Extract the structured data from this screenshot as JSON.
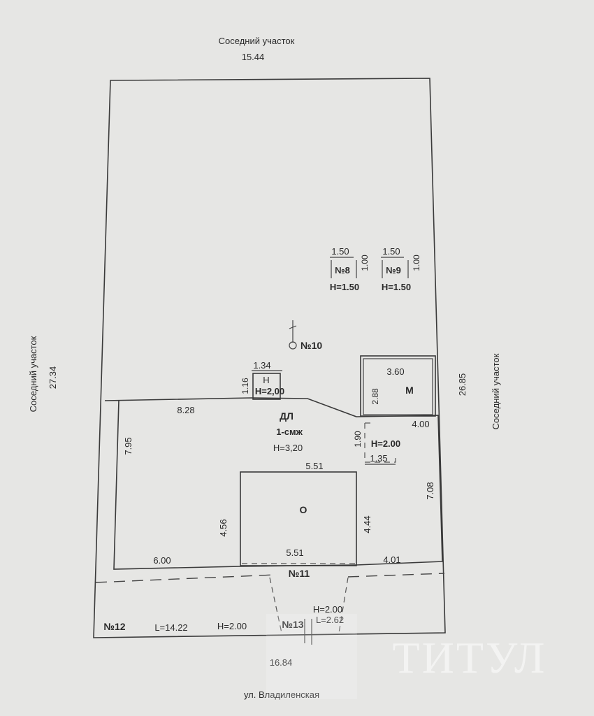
{
  "labels": {
    "neighbor_top": "Соседний участок",
    "neighbor_left": "Соседний участок",
    "neighbor_right": "Соседний участок",
    "street": "ул. Владиленская"
  },
  "dims": {
    "top": "15.44",
    "left": "27.34",
    "right": "26.85",
    "bottom": "16.84",
    "house_left": "7.95",
    "house_top": "8.28",
    "house_bottom_left": "6.00",
    "right_block_top": "4.00",
    "right_block_side": "7.08",
    "right_block_bottom": "4.01",
    "o_top": "5.51",
    "o_bottom": "5.51",
    "o_left": "4.56",
    "o_right": "4.44",
    "n_width": "1.34",
    "n_height": "1.16",
    "m_width": "3.60",
    "m_height": "2.88",
    "h2_width": "1.35",
    "h2_height": "1.90",
    "n8_width": "1.50",
    "n8_depth": "1.00",
    "n9_width": "1.50",
    "n9_depth": "1.00"
  },
  "buildings": {
    "main_code": "ДЛ",
    "main_type": "1-смж",
    "main_height": "Н=3,20",
    "n_code": "Н",
    "n_height": "Н=2,00",
    "m_code": "М",
    "o_code": "О",
    "annex_height": "Н=2.00",
    "n8_label": "№8",
    "n8_height": "Н=1.50",
    "n9_label": "№9",
    "n9_height": "Н=1.50",
    "n10_label": "№10",
    "n11_label": "№11",
    "n12_label": "№12",
    "n12_length": "L=14.22",
    "n12_height": "H=2.00",
    "n13_label": "№13",
    "n13_height": "H=2.00",
    "n13_length": "L=2.62"
  },
  "watermark": {
    "text": "ТИТУЛ"
  }
}
